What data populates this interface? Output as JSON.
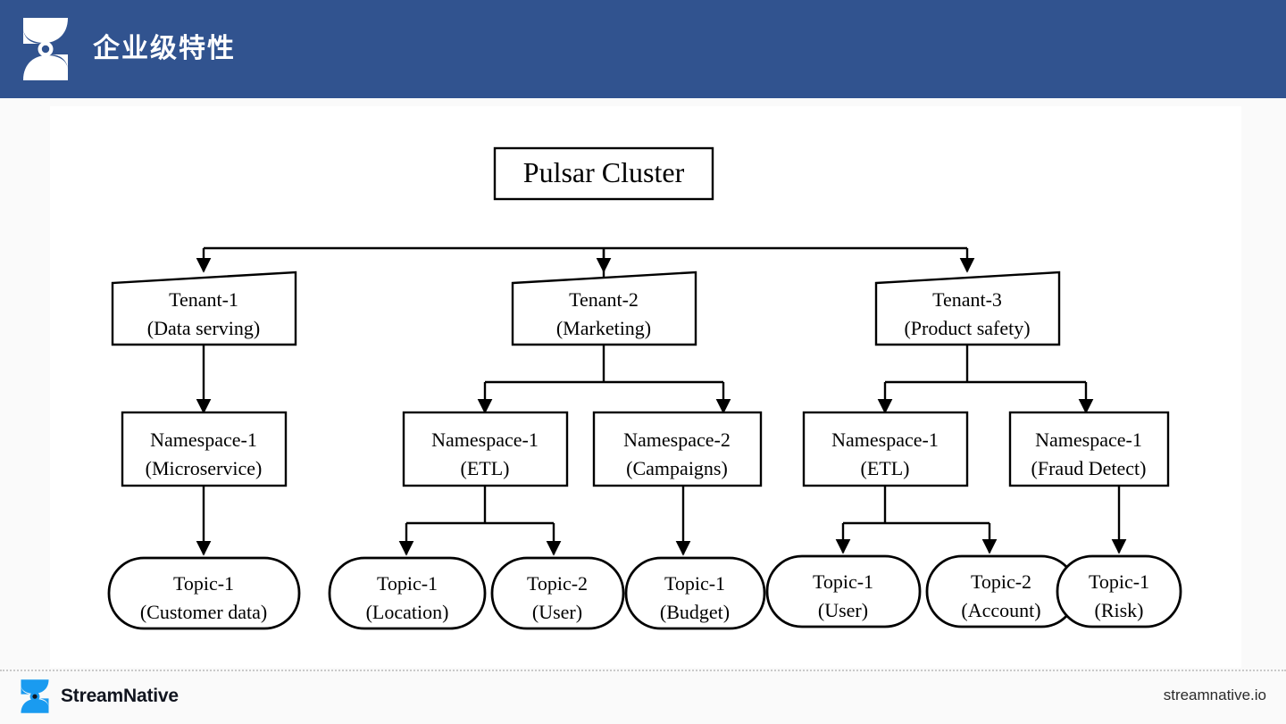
{
  "header": {
    "title": "企业级特性",
    "logo_icon": "streamnative-mark-icon",
    "background_color": "#31538f",
    "text_color": "#ffffff"
  },
  "footer": {
    "logo_icon": "streamnative-mark-icon",
    "brand_name": "StreamNative",
    "url": "streamnative.io",
    "brand_color": "#1a9bf0",
    "divider_style": "dotted"
  },
  "diagram": {
    "type": "hierarchy-tree",
    "title": "Pulsar Cluster",
    "levels": [
      "cluster",
      "tenant",
      "namespace",
      "topic"
    ],
    "root": {
      "shape": "rectangle",
      "label": "Pulsar Cluster"
    },
    "tenants": [
      {
        "shape": "trapezoid",
        "name": "Tenant-1",
        "detail": "(Data serving)",
        "namespaces": [
          {
            "shape": "rectangle",
            "name": "Namespace-1",
            "detail": "(Microservice)",
            "topics": [
              {
                "shape": "rounded",
                "name": "Topic-1",
                "detail": "(Customer data)"
              }
            ]
          }
        ]
      },
      {
        "shape": "trapezoid",
        "name": "Tenant-2",
        "detail": "(Marketing)",
        "namespaces": [
          {
            "shape": "rectangle",
            "name": "Namespace-1",
            "detail": "(ETL)",
            "topics": [
              {
                "shape": "rounded",
                "name": "Topic-1",
                "detail": "(Location)"
              },
              {
                "shape": "rounded",
                "name": "Topic-2",
                "detail": "(User)"
              }
            ]
          },
          {
            "shape": "rectangle",
            "name": "Namespace-2",
            "detail": "(Campaigns)",
            "topics": [
              {
                "shape": "rounded",
                "name": "Topic-1",
                "detail": "(Budget)"
              }
            ]
          }
        ]
      },
      {
        "shape": "trapezoid",
        "name": "Tenant-3",
        "detail": "(Product safety)",
        "namespaces": [
          {
            "shape": "rectangle",
            "name": "Namespace-1",
            "detail": "(ETL)",
            "topics": [
              {
                "shape": "rounded",
                "name": "Topic-1",
                "detail": "(User)"
              },
              {
                "shape": "rounded",
                "name": "Topic-2",
                "detail": "(Account)"
              }
            ]
          },
          {
            "shape": "rectangle",
            "name": "Namespace-1",
            "detail": "(Fraud Detect)",
            "topics": [
              {
                "shape": "rounded",
                "name": "Topic-1",
                "detail": "(Risk)"
              }
            ]
          }
        ]
      }
    ]
  }
}
